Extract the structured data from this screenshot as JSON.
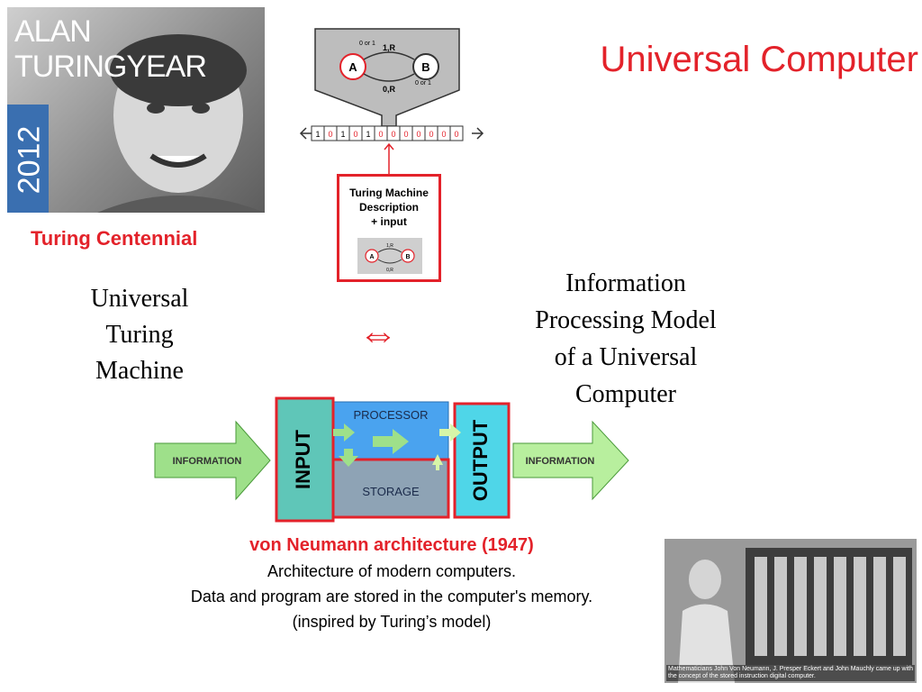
{
  "title": "Universal Computer",
  "turing_photo": {
    "brand_main": "ALAN TURING",
    "brand_year": "YEAR",
    "year": "2012"
  },
  "turing_caption": "Turing Centennial",
  "left_label": [
    "Universal",
    "Turing",
    "Machine"
  ],
  "right_label": [
    "Information",
    "Processing Model",
    "of a Universal",
    "Computer"
  ],
  "equivalence_symbol": "⇔",
  "turing_machine": {
    "state_a": "A",
    "state_b": "B",
    "top_transition": "1,R",
    "bottom_transition": "0,R",
    "loop_a": "0 or 1",
    "loop_b": "0 or 1",
    "tape": [
      "1",
      "0",
      "1",
      "0",
      "1",
      "0",
      "0",
      "0",
      "0",
      "0",
      "0",
      "0"
    ]
  },
  "description_box": {
    "lines": [
      "Turing Machine",
      "Description",
      "+ input"
    ]
  },
  "von_neumann": {
    "input": "INPUT",
    "output": "OUTPUT",
    "processor": "PROCESSOR",
    "storage": "STORAGE",
    "info_in": "INFORMATION",
    "info_out": "INFORMATION"
  },
  "caption": {
    "title": "von Neumann architecture (1947)",
    "line1": "Architecture  of modern computers.",
    "line2": "Data and program are  stored in the computer's memory.",
    "line3": "(inspired by Turing’s model)"
  },
  "vn_photo_caption": "Mathematicians John Von Neumann, J. Presper Eckert and John Mauchly came up with the concept of the stored instruction digital computer.",
  "colors": {
    "accent_red": "#e3222a",
    "input_teal": "#5fc6b8",
    "output_cyan": "#4fd6e8",
    "processor_blue": "#4aa3ef",
    "storage_gray": "#8ea3b5",
    "arrow_green": "#9ee08a"
  }
}
